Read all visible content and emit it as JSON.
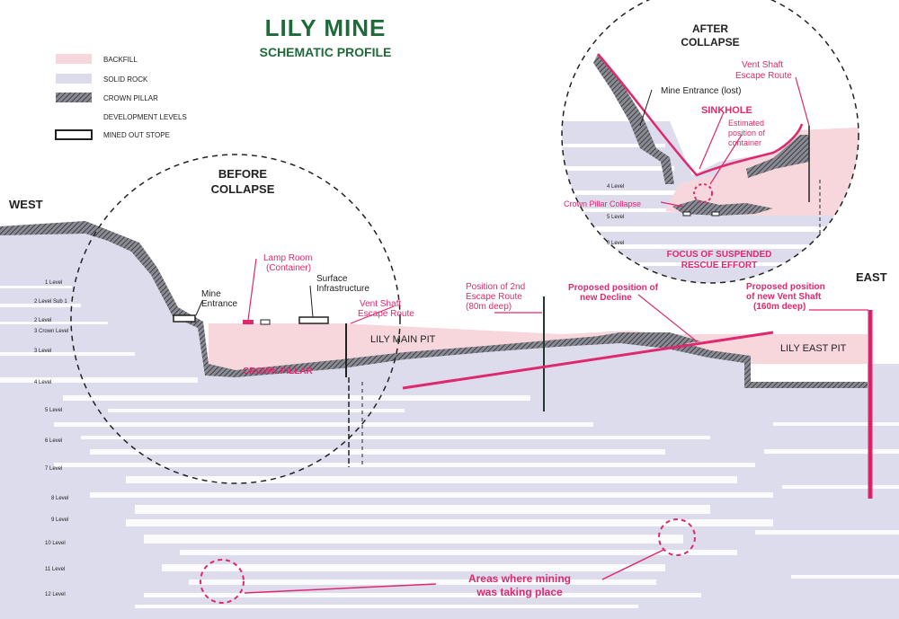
{
  "title": "LILY MINE",
  "subtitle": "SCHEMATIC PROFILE",
  "legend": {
    "backfill": "BACKFILL",
    "solid_rock": "SOLID ROCK",
    "crown_pillar": "CROWN PILLAR",
    "development_levels": "DEVELOPMENT LEVELS",
    "mined_out_stope": "MINED OUT STOPE"
  },
  "directions": {
    "west": "WEST",
    "east": "EAST"
  },
  "before": {
    "heading1": "BEFORE",
    "heading2": "COLLAPSE",
    "mine_entrance1": "Mine",
    "mine_entrance2": "Entrance",
    "lamp_room1": "Lamp Room",
    "lamp_room2": "(Container)",
    "surface_infra1": "Surface",
    "surface_infra2": "Infrastructure",
    "vent_shaft1": "Vent Shaft",
    "vent_shaft2": "Escape Route",
    "crown_pillar": "CROWN PILLAR"
  },
  "after": {
    "heading1": "AFTER",
    "heading2": "COLLAPSE",
    "mine_entrance": "Mine Entrance (lost)",
    "vent_shaft1": "Vent Shaft",
    "vent_shaft2": "Escape Route",
    "sinkhole": "SINKHOLE",
    "container1": "Estimated",
    "container2": "position of",
    "container3": "container",
    "crown_collapse": "Crown Pillar Collapse",
    "focus1": "FOCUS OF SUSPENDED",
    "focus2": "RESCUE EFFORT",
    "level4": "4 Level",
    "level5": "5 Level",
    "level6": "6 Level"
  },
  "labels": {
    "lily_main_pit": "LILY MAIN PIT",
    "lily_east_pit": "LILY EAST PIT",
    "second_escape1": "Position of 2nd",
    "second_escape2": "Escape Route",
    "second_escape3": "(80m deep)",
    "decline1": "Proposed position of",
    "decline2": "new Decline",
    "new_vent1": "Proposed position",
    "new_vent2": "of new Vent Shaft",
    "new_vent3": "(160m deep)",
    "mining_areas1": "Areas where mining",
    "mining_areas2": "was taking place"
  },
  "levels": [
    "1 Level",
    "2 Level Sub 1",
    "2 Level",
    "3 Crown Level",
    "3 Level",
    "4 Level",
    "5 Level",
    "6 Level",
    "7 Level",
    "8 Level",
    "9 Level",
    "10 Level",
    "11 Level",
    "12 Level"
  ],
  "colors": {
    "title_green": "#1e6b3a",
    "accent_pink": "#e0286e",
    "backfill": "#f7d6dc",
    "solid_rock": "#dcdcec",
    "crown_pillar": "#6b6b72"
  }
}
